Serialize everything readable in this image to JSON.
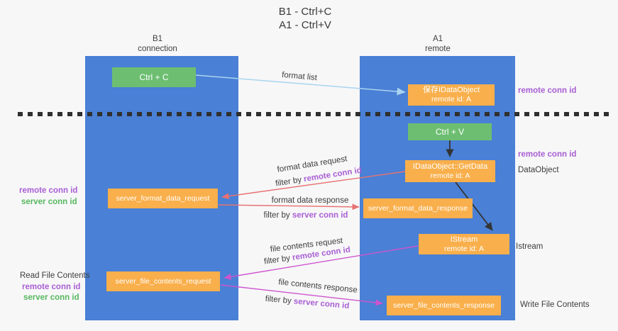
{
  "title": {
    "line1": "B1 - Ctrl+C",
    "line2": "A1 - Ctrl+V"
  },
  "columns": {
    "left": {
      "name": "B1",
      "role": "connection"
    },
    "right": {
      "name": "A1",
      "role": "remote"
    }
  },
  "nodes": {
    "ctrl_c": {
      "label": "Ctrl + C"
    },
    "save_idataobject": {
      "line1": "保存IDataObject",
      "line2": "remote id: A"
    },
    "ctrl_v": {
      "label": "Ctrl + V"
    },
    "idataobject_getdata": {
      "line1": "IDataObject::GetData",
      "line2": "remote id: A"
    },
    "server_format_data_request": {
      "label": "server_format_data_request"
    },
    "server_format_data_response": {
      "label": "server_format_data_response"
    },
    "istream": {
      "line1": "IStream",
      "line2": "remote id: A"
    },
    "server_file_contents_request": {
      "label": "server_file_contents_request"
    },
    "server_file_contents_response": {
      "label": "server_file_contents_response"
    }
  },
  "edges": {
    "format_list": {
      "label": "format list"
    },
    "format_data_request": {
      "label": "format data request",
      "filter_prefix": "filter by ",
      "filter_key": "remote conn id"
    },
    "format_data_response": {
      "label": "format data response",
      "filter_prefix": "filter by ",
      "filter_key": "server conn id"
    },
    "file_contents_request": {
      "label": "file contents request",
      "filter_prefix": "filter by ",
      "filter_key": "remote conn id"
    },
    "file_contents_response": {
      "label": "file contents response",
      "filter_prefix": "filter by ",
      "filter_key": "server conn id"
    }
  },
  "annotations": {
    "right": {
      "remote_conn_id_top": "remote conn id",
      "remote_conn_id_mid": "remote conn id",
      "dataobject": "DataObject",
      "istream": "Istream",
      "write_file_contents": "Write File Contents"
    },
    "left": {
      "remote_conn_id_mid": "remote conn id",
      "server_conn_id_mid": "server conn id",
      "read_file_contents": "Read File Contents",
      "remote_conn_id_bottom": "remote conn id",
      "server_conn_id_bottom": "server conn id"
    }
  },
  "colors": {
    "lane_blue": "#4a80d5",
    "node_green": "#6dbe71",
    "node_orange": "#f9af4b",
    "arrow_light_blue": "#a9d4ef",
    "arrow_red": "#e87272",
    "arrow_magenta": "#cd55cd",
    "arrow_black": "#333333",
    "dashed_line": "#2f2f2f",
    "text_purple": "#a95fd3",
    "text_green": "#57b75e"
  }
}
